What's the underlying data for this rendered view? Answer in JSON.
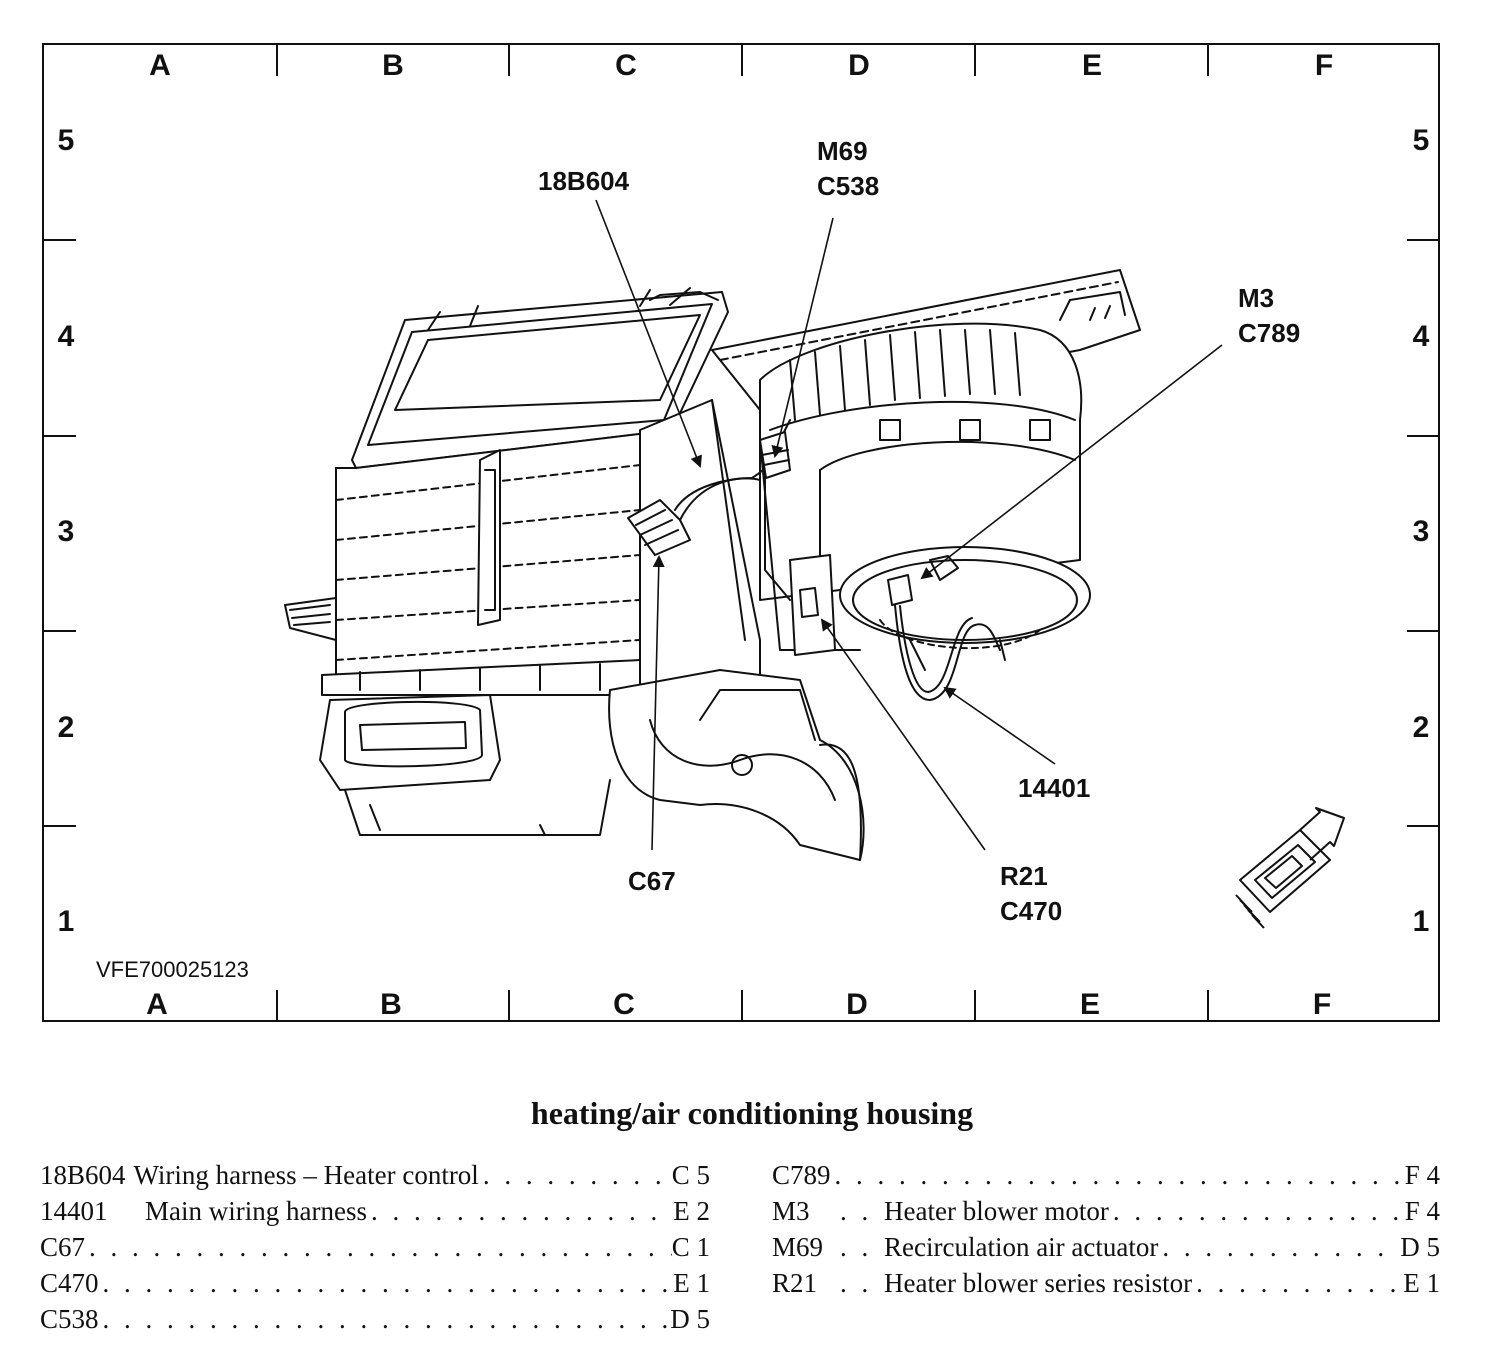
{
  "grid": {
    "columns": [
      "A",
      "B",
      "C",
      "D",
      "E",
      "F"
    ],
    "rows": [
      "5",
      "4",
      "3",
      "2",
      "1"
    ]
  },
  "reference_code": "VFE700025123",
  "callouts": {
    "c18b604": "18B604",
    "m69": "M69",
    "c538": "C538",
    "m3": "M3",
    "c789": "C789",
    "c14401": "14401",
    "c67": "C67",
    "r21": "R21",
    "c470": "C470"
  },
  "legend": {
    "title": "heating/air conditioning housing",
    "left": [
      {
        "code": "18B604",
        "desc": "Wiring harness – Heater control",
        "loc": "C 5"
      },
      {
        "code": "14401",
        "desc": "Main wiring harness",
        "loc": "E 2"
      },
      {
        "code": "C67",
        "desc": "",
        "loc": "C 1"
      },
      {
        "code": "C470",
        "desc": "",
        "loc": "E 1"
      },
      {
        "code": "C538",
        "desc": "",
        "loc": "D 5"
      }
    ],
    "right": [
      {
        "code": "C789",
        "desc": "",
        "loc": "F 4"
      },
      {
        "code": "M3",
        "desc": "Heater blower motor",
        "loc": "F 4"
      },
      {
        "code": "M69",
        "desc": "Recirculation air actuator",
        "loc": "D 5"
      },
      {
        "code": "R21",
        "desc": "Heater blower series resistor",
        "loc": "E 1"
      }
    ]
  }
}
